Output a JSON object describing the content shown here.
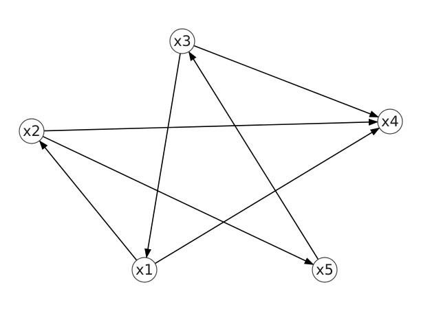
{
  "nodes": [
    {
      "id": "x1",
      "label": "x1"
    },
    {
      "id": "x2",
      "label": "x2"
    },
    {
      "id": "x3",
      "label": "x3"
    },
    {
      "id": "x4",
      "label": "x4"
    },
    {
      "id": "x5",
      "label": "x5"
    }
  ],
  "edges": [
    {
      "from": "x3",
      "to": "x4"
    },
    {
      "from": "x3",
      "to": "x1"
    },
    {
      "from": "x2",
      "to": "x4"
    },
    {
      "from": "x2",
      "to": "x5"
    },
    {
      "from": "x1",
      "to": "x2"
    },
    {
      "from": "x1",
      "to": "x4"
    },
    {
      "from": "x5",
      "to": "x3"
    }
  ],
  "colors": {
    "edge": "#000000",
    "node_stroke": "#404040",
    "background": "#ffffff"
  }
}
